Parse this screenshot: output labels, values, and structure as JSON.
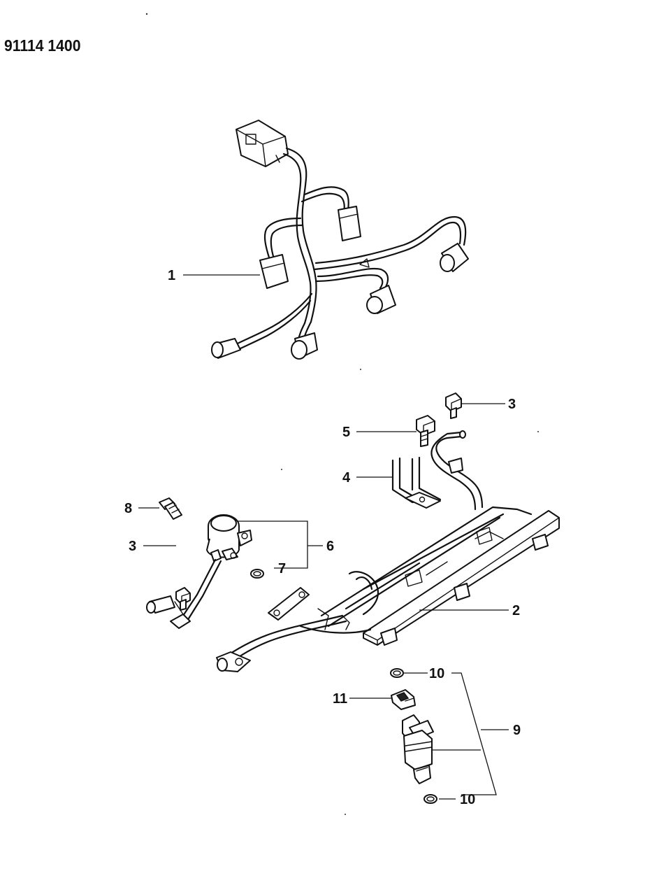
{
  "doc_number": "91114 1400",
  "callouts": {
    "c1": "1",
    "c2": "2",
    "c3a": "3",
    "c3b": "3",
    "c4": "4",
    "c5": "5",
    "c6": "6",
    "c7": "7",
    "c8": "8",
    "c9": "9",
    "c10a": "10",
    "c10b": "10",
    "c11": "11"
  }
}
